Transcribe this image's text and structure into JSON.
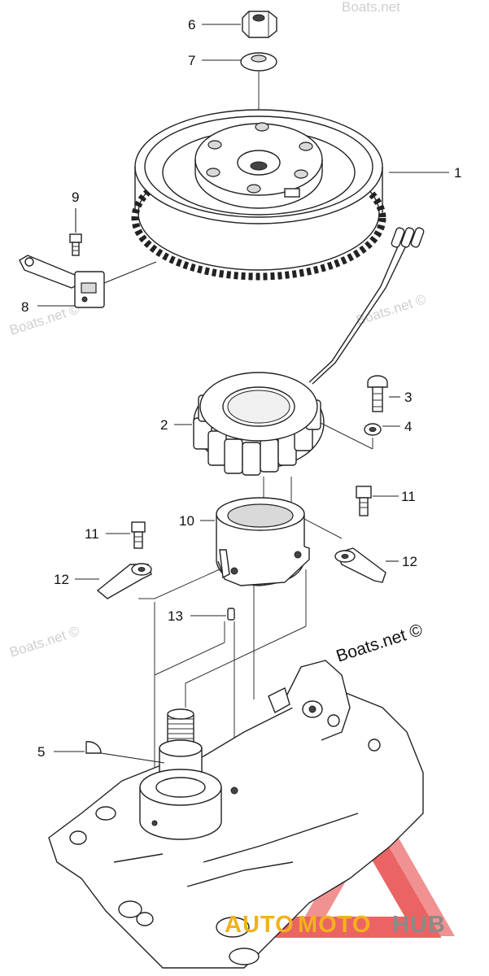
{
  "diagram": {
    "callouts": [
      {
        "id": "6",
        "label": "6"
      },
      {
        "id": "7",
        "label": "7"
      },
      {
        "id": "1",
        "label": "1"
      },
      {
        "id": "9",
        "label": "9"
      },
      {
        "id": "8",
        "label": "8"
      },
      {
        "id": "3",
        "label": "3"
      },
      {
        "id": "2",
        "label": "2"
      },
      {
        "id": "4",
        "label": "4"
      },
      {
        "id": "11a",
        "label": "11"
      },
      {
        "id": "10",
        "label": "10"
      },
      {
        "id": "11b",
        "label": "11"
      },
      {
        "id": "12a",
        "label": "12"
      },
      {
        "id": "12b",
        "label": "12"
      },
      {
        "id": "13",
        "label": "13"
      },
      {
        "id": "5",
        "label": "5"
      }
    ],
    "watermarks": {
      "faint_1": "Boats.net ©",
      "faint_2": "Boats.net ©",
      "faint_3": "Boats.net ©",
      "faint_4": "Boats.net",
      "main": "Boats.net ©"
    },
    "logo": {
      "part1": "AUTO",
      "part2": "MOTO",
      "part3": "HUB",
      "color_primary": "#f2b21b",
      "color_secondary": "#8a8a8a",
      "triangle_color": "#e84a4a"
    }
  }
}
